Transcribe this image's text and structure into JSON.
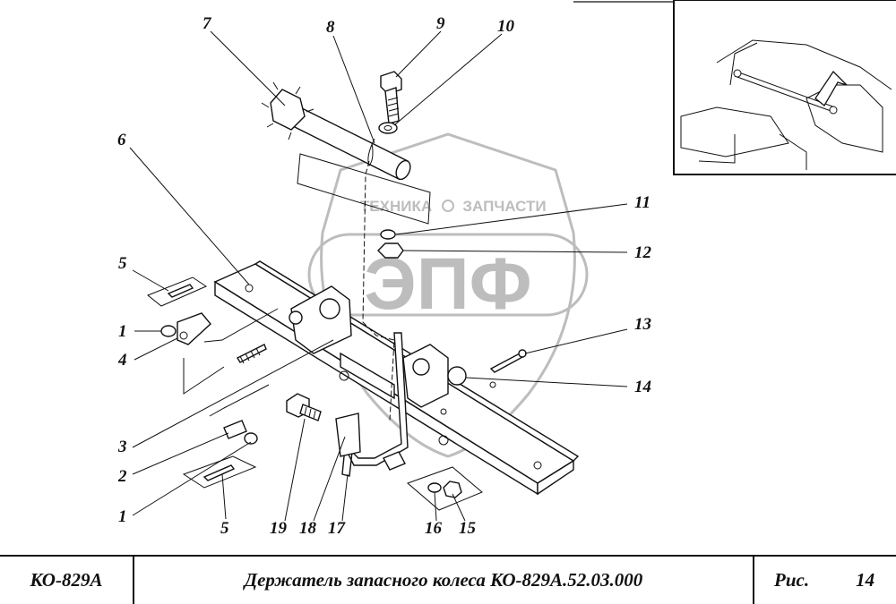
{
  "watermark": {
    "brand": "ЭПФ",
    "slogan_left": "ТЕХНИКА",
    "slogan_right": "ЗАПЧАСТИ"
  },
  "callouts": [
    "1",
    "2",
    "3",
    "4",
    "5",
    "6",
    "7",
    "8",
    "9",
    "10",
    "11",
    "12",
    "13",
    "14",
    "15",
    "16",
    "17",
    "18",
    "19"
  ],
  "title_block": {
    "model": "КО-829А",
    "name": "Держатель запасного колеса КО-829А.52.03.000",
    "figure_label": "Рис.",
    "figure_number": "14"
  }
}
